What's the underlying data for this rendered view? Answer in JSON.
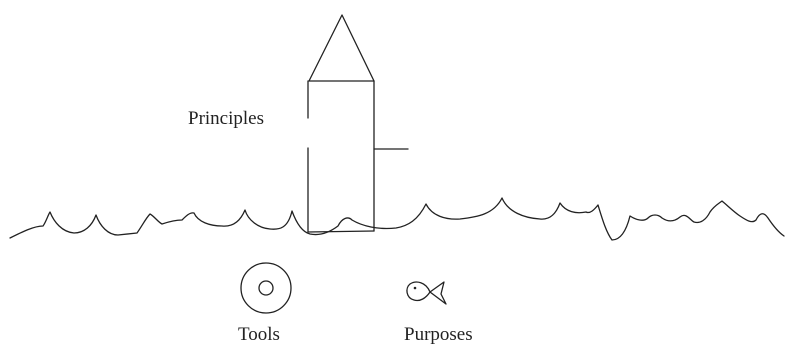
{
  "labels": {
    "principles": "Principles",
    "tools": "Tools",
    "purposes": "Purposes"
  },
  "icons": {
    "lighthouse": "lighthouse-icon",
    "lifebuoy": "lifebuoy-icon",
    "fish": "fish-icon",
    "sea": "sea-waves"
  },
  "colors": {
    "ink": "#222222",
    "background": "#ffffff"
  }
}
